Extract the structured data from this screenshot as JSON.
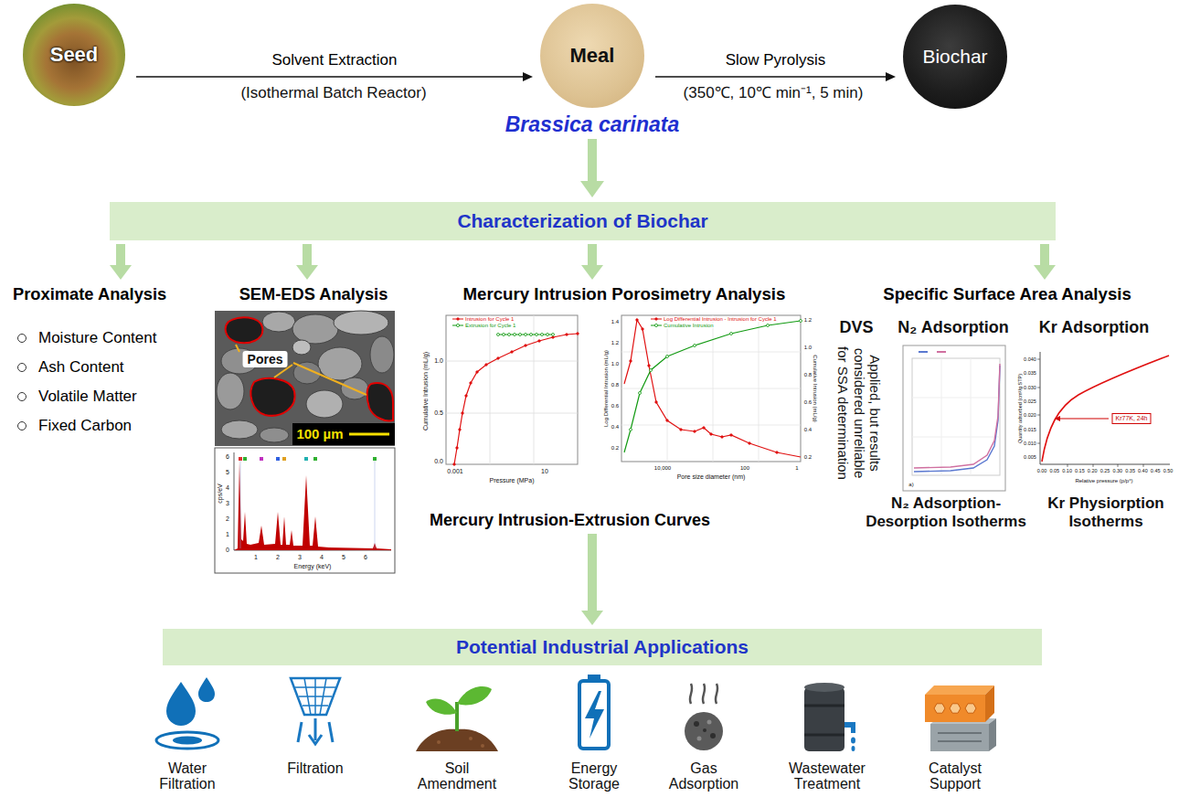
{
  "diagram": {
    "nodes": [
      {
        "text": [
          "Seed"
        ]
      },
      {
        "text": [
          "Meal"
        ]
      },
      {
        "text": [
          "Biochar"
        ]
      },
      {
        "text": [
          "Characterization of Biochar"
        ]
      },
      {
        "text": [
          "Proximate Analysis",
          "Moisture Content",
          "Ash Content",
          "Volatile Matter",
          "Fixed Carbon"
        ]
      },
      {
        "text": [
          "SEM-EDS Analysis"
        ]
      },
      {
        "text": [
          "Mercury Intrusion Porosimetry Analysis",
          "Mercury Intrusion-Extrusion Curves"
        ]
      },
      {
        "text": [
          "Specific Surface Area Analysis"
        ]
      },
      {
        "text": [
          "Potential Industrial Applications"
        ]
      }
    ],
    "edges": [
      {
        "from": 0,
        "to": 1,
        "arrow": "to",
        "label": "Solvent Extraction"
      },
      {
        "from": 1,
        "to": 2,
        "arrow": "to",
        "label": "Slow Pyrolysis"
      },
      {
        "from": 3,
        "to": 4,
        "arrow": "to"
      },
      {
        "from": 3,
        "to": 5,
        "arrow": "to"
      },
      {
        "from": 3,
        "to": 6,
        "arrow": "to"
      },
      {
        "from": 3,
        "to": 7,
        "arrow": "to"
      },
      {
        "from": 6,
        "to": 8,
        "arrow": "to"
      }
    ],
    "labels": [
      "(Isothermal Batch Reactor)",
      "(350℃, 10℃ min⁻¹, 5 min)",
      "Brassica carinata",
      "Pores",
      "100 µm",
      "cps/eV",
      "6",
      "5",
      "4",
      "3",
      "2",
      "1",
      "0",
      "1",
      "2",
      "3",
      "4",
      "5",
      "6",
      "Energy (keV)",
      "Cumulative Intrusion (mL/g)",
      "1.0",
      "0.5",
      "0.0",
      "0.001",
      "10",
      "Pressure (MPa)",
      "Log Differential Intrusion (mL/g)",
      "1.4",
      "1.2",
      "1.0",
      "0.8",
      "0.6",
      "0.4",
      "0.2",
      "Cumulative Intrusion (mL/g)",
      "1.2",
      "1.0",
      "0.8",
      "0.6",
      "0.4",
      "0.2",
      "10,000",
      "100",
      "1",
      "Pore size diameter (nm)",
      "DVS",
      "Applied, but results considered unreliable for SSA determination",
      "N₂ Adsorption",
      "Kr Adsorption",
      "a)",
      "Quantity adsorbed (cm³/g STP)",
      "0.040",
      "0.035",
      "0.030",
      "0.025",
      "0.020",
      "0.015",
      "0.010",
      "0.005",
      "0.00",
      "0.05",
      "0.10",
      "0.15",
      "0.20",
      "0.25",
      "0.30",
      "0.35",
      "0.40",
      "0.45",
      "0.50",
      "Relative pressure (p/p°)",
      "Kr77K, 24h",
      "N₂ Adsorption-Desorption Isotherms",
      "Kr Physiorption Isotherms",
      "Water Filtration",
      "Filtration",
      "Soil Amendment",
      "Energy Storage",
      "Gas Adsorption",
      "Wastewater Treatment",
      "Catalyst Support"
    ],
    "legend": [
      {
        "text": "Intrusion for Cycle 1"
      },
      {
        "text": "Extrusion for Cycle 1"
      },
      {
        "text": "Log Differential Intrusion - Intrusion for Cycle 1"
      },
      {
        "text": "Cumulative Intrusion"
      }
    ]
  }
}
